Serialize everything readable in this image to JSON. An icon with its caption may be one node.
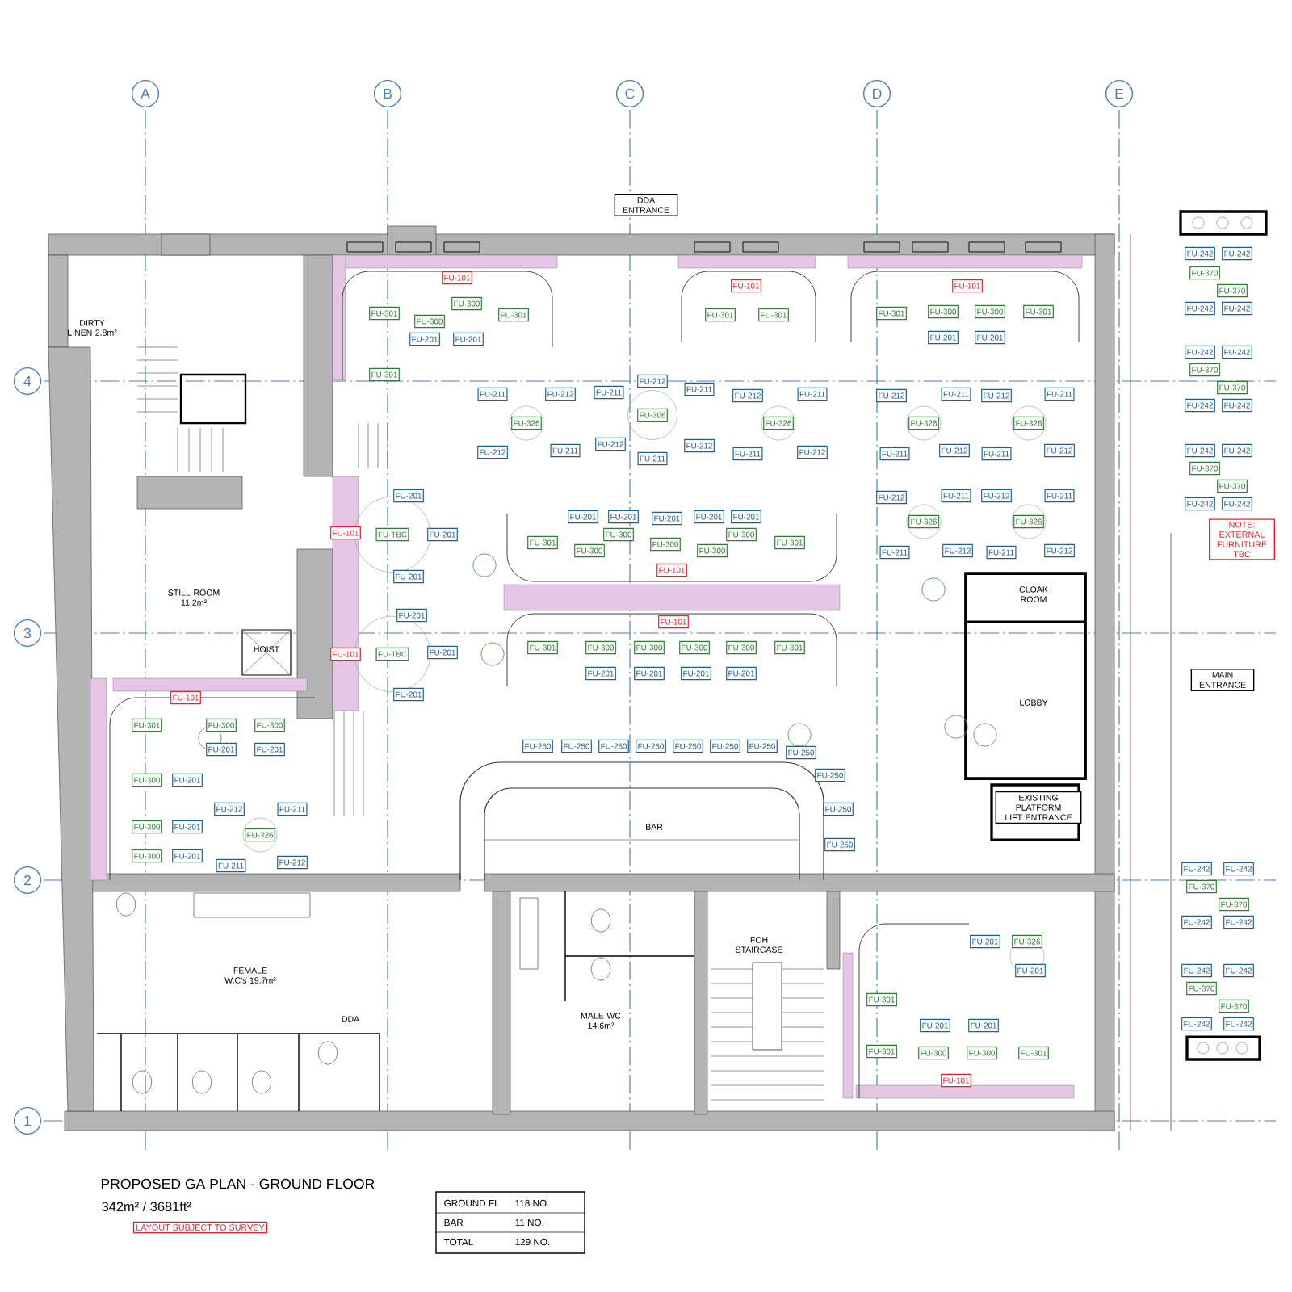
{
  "diagram": {
    "title": "PROPOSED GA PLAN - GROUND FLOOR",
    "nodes": [
      {
        "text": [
          "A"
        ]
      },
      {
        "text": [
          "B"
        ]
      },
      {
        "text": [
          "C"
        ]
      },
      {
        "text": [
          "D"
        ]
      },
      {
        "text": [
          "E"
        ]
      },
      {
        "text": [
          "4"
        ]
      },
      {
        "text": [
          "3"
        ]
      },
      {
        "text": [
          "2"
        ]
      },
      {
        "text": [
          "1"
        ]
      },
      {
        "text": [
          "DDA ENTRANCE"
        ]
      },
      {
        "text": [
          "NOTE: EXTERNAL FURNITURE TBC"
        ]
      },
      {
        "text": [
          "MAIN ENTRANCE"
        ]
      },
      {
        "text": [
          "EXISTING PLATFORM LIFT ENTRANCE"
        ]
      },
      {
        "text": [
          "FU-101"
        ]
      },
      {
        "text": [
          "FU-301"
        ]
      },
      {
        "text": [
          "FU-300"
        ]
      },
      {
        "text": [
          "FU-300"
        ]
      },
      {
        "text": [
          "FU-301"
        ]
      },
      {
        "text": [
          "FU-201"
        ]
      },
      {
        "text": [
          "FU-201"
        ]
      },
      {
        "text": [
          "FU-301"
        ]
      },
      {
        "text": [
          "FU-101"
        ]
      },
      {
        "text": [
          "FU-301"
        ]
      },
      {
        "text": [
          "FU-301"
        ]
      },
      {
        "text": [
          "FU-101"
        ]
      },
      {
        "text": [
          "FU-301"
        ]
      },
      {
        "text": [
          "FU-300"
        ]
      },
      {
        "text": [
          "FU-300"
        ]
      },
      {
        "text": [
          "FU-301"
        ]
      },
      {
        "text": [
          "FU-201"
        ]
      },
      {
        "text": [
          "FU-201"
        ]
      },
      {
        "text": [
          "FU-242"
        ]
      },
      {
        "text": [
          "FU-242"
        ]
      },
      {
        "text": [
          "FU-370"
        ]
      },
      {
        "text": [
          "FU-370"
        ]
      },
      {
        "text": [
          "FU-242"
        ]
      },
      {
        "text": [
          "FU-242"
        ]
      },
      {
        "text": [
          "FU-242"
        ]
      },
      {
        "text": [
          "FU-242"
        ]
      },
      {
        "text": [
          "FU-370"
        ]
      },
      {
        "text": [
          "FU-370"
        ]
      },
      {
        "text": [
          "FU-242"
        ]
      },
      {
        "text": [
          "FU-242"
        ]
      },
      {
        "text": [
          "FU-242"
        ]
      },
      {
        "text": [
          "FU-242"
        ]
      },
      {
        "text": [
          "FU-370"
        ]
      },
      {
        "text": [
          "FU-370"
        ]
      },
      {
        "text": [
          "FU-242"
        ]
      },
      {
        "text": [
          "FU-242"
        ]
      },
      {
        "text": [
          "FU-211"
        ]
      },
      {
        "text": [
          "FU-212"
        ]
      },
      {
        "text": [
          "FU-211"
        ]
      },
      {
        "text": [
          "FU-212"
        ]
      },
      {
        "text": [
          "FU-211"
        ]
      },
      {
        "text": [
          "FU-212"
        ]
      },
      {
        "text": [
          "FU-211"
        ]
      },
      {
        "text": [
          "FU-212"
        ]
      },
      {
        "text": [
          "FU-211"
        ]
      },
      {
        "text": [
          "FU-212"
        ]
      },
      {
        "text": [
          "FU-211"
        ]
      },
      {
        "text": [
          "FU-326"
        ]
      },
      {
        "text": [
          "FU-306"
        ]
      },
      {
        "text": [
          "FU-326"
        ]
      },
      {
        "text": [
          "FU-326"
        ]
      },
      {
        "text": [
          "FU-326"
        ]
      },
      {
        "text": [
          "FU-212"
        ]
      },
      {
        "text": [
          "FU-211"
        ]
      },
      {
        "text": [
          "FU-212"
        ]
      },
      {
        "text": [
          "FU-211"
        ]
      },
      {
        "text": [
          "FU-212"
        ]
      },
      {
        "text": [
          "FU-211"
        ]
      },
      {
        "text": [
          "FU-212"
        ]
      },
      {
        "text": [
          "FU-211"
        ]
      },
      {
        "text": [
          "FU-212"
        ]
      },
      {
        "text": [
          "FU-211"
        ]
      },
      {
        "text": [
          "FU-212"
        ]
      },
      {
        "text": [
          "FU-201"
        ]
      },
      {
        "text": [
          "FU-212"
        ]
      },
      {
        "text": [
          "FU-211"
        ]
      },
      {
        "text": [
          "FU-212"
        ]
      },
      {
        "text": [
          "FU-211"
        ]
      },
      {
        "text": [
          "FU-201"
        ]
      },
      {
        "text": [
          "FU-201"
        ]
      },
      {
        "text": [
          "FU-201"
        ]
      },
      {
        "text": [
          "FU-201"
        ]
      },
      {
        "text": [
          "FU-201"
        ]
      },
      {
        "text": [
          "FU-326"
        ]
      },
      {
        "text": [
          "FU-326"
        ]
      },
      {
        "text": [
          "FU-101"
        ]
      },
      {
        "text": [
          "FU-TBC"
        ]
      },
      {
        "text": [
          "FU-201"
        ]
      },
      {
        "text": [
          "FU-301"
        ]
      },
      {
        "text": [
          "FU-300"
        ]
      },
      {
        "text": [
          "FU-300"
        ]
      },
      {
        "text": [
          "FU-300"
        ]
      },
      {
        "text": [
          "FU-300"
        ]
      },
      {
        "text": [
          "FU-300"
        ]
      },
      {
        "text": [
          "FU-301"
        ]
      },
      {
        "text": [
          "FU-211"
        ]
      },
      {
        "text": [
          "FU-212"
        ]
      },
      {
        "text": [
          "FU-211"
        ]
      },
      {
        "text": [
          "FU-212"
        ]
      },
      {
        "text": [
          "FU-101"
        ]
      },
      {
        "text": [
          "FU-201"
        ]
      },
      {
        "text": [
          "FU-201"
        ]
      },
      {
        "text": [
          "FU-101"
        ]
      },
      {
        "text": [
          "FU-301"
        ]
      },
      {
        "text": [
          "FU-300"
        ]
      },
      {
        "text": [
          "FU-300"
        ]
      },
      {
        "text": [
          "FU-300"
        ]
      },
      {
        "text": [
          "FU-300"
        ]
      },
      {
        "text": [
          "FU-301"
        ]
      },
      {
        "text": [
          "FU-101"
        ]
      },
      {
        "text": [
          "FU-TBC"
        ]
      },
      {
        "text": [
          "FU-201"
        ]
      },
      {
        "text": [
          "FU-201"
        ]
      },
      {
        "text": [
          "FU-201"
        ]
      },
      {
        "text": [
          "FU-201"
        ]
      },
      {
        "text": [
          "FU-201"
        ]
      },
      {
        "text": [
          "FU-201"
        ]
      },
      {
        "text": [
          "FU-101"
        ]
      },
      {
        "text": [
          "FU-301"
        ]
      },
      {
        "text": [
          "FU-300"
        ]
      },
      {
        "text": [
          "FU-300"
        ]
      },
      {
        "text": [
          "FU-201"
        ]
      },
      {
        "text": [
          "FU-201"
        ]
      },
      {
        "text": [
          "FU-250"
        ]
      },
      {
        "text": [
          "FU-250"
        ]
      },
      {
        "text": [
          "FU-250"
        ]
      },
      {
        "text": [
          "FU-250"
        ]
      },
      {
        "text": [
          "FU-250"
        ]
      },
      {
        "text": [
          "FU-250"
        ]
      },
      {
        "text": [
          "FU-250"
        ]
      },
      {
        "text": [
          "FU-250"
        ]
      },
      {
        "text": [
          "FU-250"
        ]
      },
      {
        "text": [
          "FU-300"
        ]
      },
      {
        "text": [
          "FU-201"
        ]
      },
      {
        "text": [
          "FU-212"
        ]
      },
      {
        "text": [
          "FU-211"
        ]
      },
      {
        "text": [
          "FU-250"
        ]
      },
      {
        "text": [
          "FU-300"
        ]
      },
      {
        "text": [
          "FU-201"
        ]
      },
      {
        "text": [
          "FU-326"
        ]
      },
      {
        "text": [
          "FU-250"
        ]
      },
      {
        "text": [
          "FU-300"
        ]
      },
      {
        "text": [
          "FU-201"
        ]
      },
      {
        "text": [
          "FU-211"
        ]
      },
      {
        "text": [
          "FU-212"
        ]
      },
      {
        "text": [
          "FU-242"
        ]
      },
      {
        "text": [
          "FU-242"
        ]
      },
      {
        "text": [
          "FU-370"
        ]
      },
      {
        "text": [
          "FU-370"
        ]
      },
      {
        "text": [
          "FU-242"
        ]
      },
      {
        "text": [
          "FU-242"
        ]
      },
      {
        "text": [
          "FU-201"
        ]
      },
      {
        "text": [
          "FU-326"
        ]
      },
      {
        "text": [
          "FU-201"
        ]
      },
      {
        "text": [
          "FU-242"
        ]
      },
      {
        "text": [
          "FU-242"
        ]
      },
      {
        "text": [
          "FU-370"
        ]
      },
      {
        "text": [
          "FU-301"
        ]
      },
      {
        "text": [
          "FU-370"
        ]
      },
      {
        "text": [
          "FU-242"
        ]
      },
      {
        "text": [
          "FU-242"
        ]
      },
      {
        "text": [
          "FU-201"
        ]
      },
      {
        "text": [
          "FU-201"
        ]
      },
      {
        "text": [
          "FU-301"
        ]
      },
      {
        "text": [
          "FU-300"
        ]
      },
      {
        "text": [
          "FU-300"
        ]
      },
      {
        "text": [
          "FU-301"
        ]
      },
      {
        "text": [
          "FU-101"
        ]
      },
      {
        "text": [
          "LAYOUT SUBJECT TO SURVEY"
        ]
      }
    ],
    "labels": [
      "DIRTY LINEN 2.8m²",
      "STILL ROOM 11.2m²",
      "HOIST",
      "CLOAK ROOM",
      "LOBBY",
      "BAR",
      "FOH STAIRCASE",
      "FEMALE W.C's 19.7m²",
      "DDA",
      "MALE WC 14.6m²",
      "342m² / 3681ft²",
      "GROUND FL",
      "118 NO.",
      "BAR",
      "11 NO.",
      "TOTAL",
      "129 NO."
    ]
  }
}
